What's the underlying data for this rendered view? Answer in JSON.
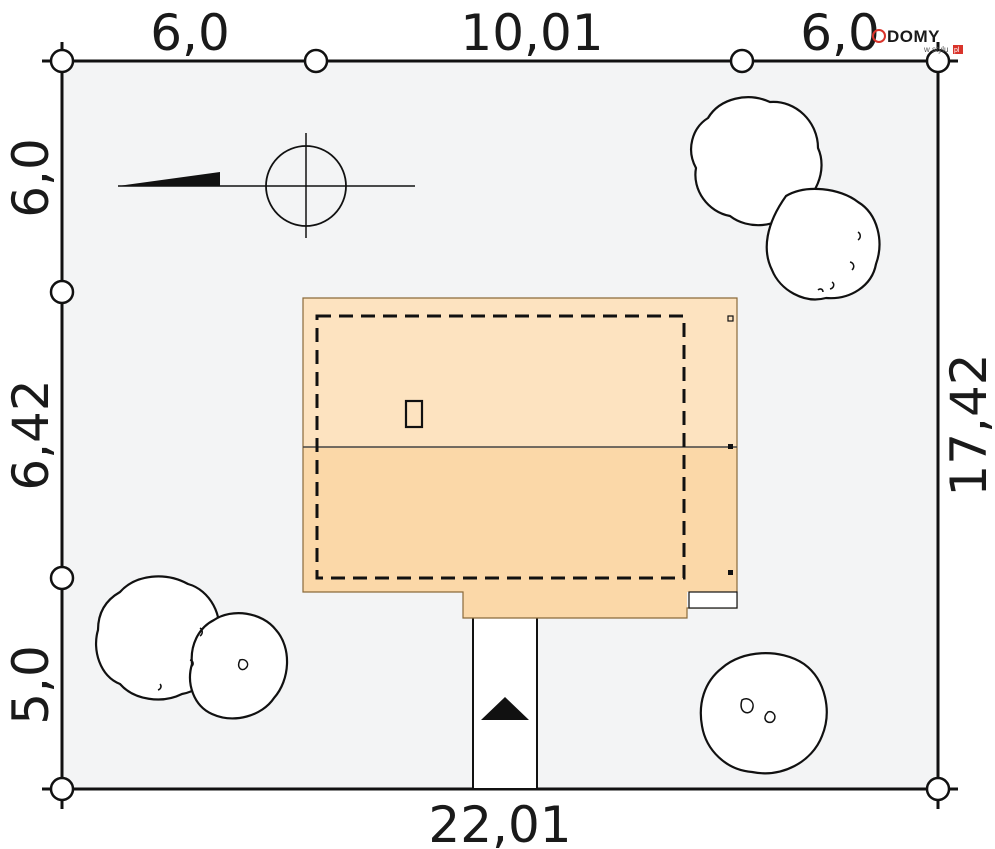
{
  "logo": {
    "main": "DOMY",
    "sub": "w stylu",
    "tld": "pl",
    "accent_color": "#d9342b"
  },
  "dimensions": {
    "top": [
      "6,0",
      "10,01",
      "6,0"
    ],
    "left": [
      "6,0",
      "6,42",
      "5,0"
    ],
    "right": "17,42",
    "bottom": "22,01"
  },
  "colors": {
    "plot": "#f3f4f5",
    "roof_light": "#fde3c0",
    "roof_dark": "#fbd8a8",
    "roof_edge": "#8a6a3a",
    "line": "#111111"
  },
  "icons": {
    "north_arrow": "north-arrow-icon",
    "compass": "compass-crosshair-icon",
    "entrance": "entrance-arrow-icon",
    "trees": "tree-icon"
  }
}
